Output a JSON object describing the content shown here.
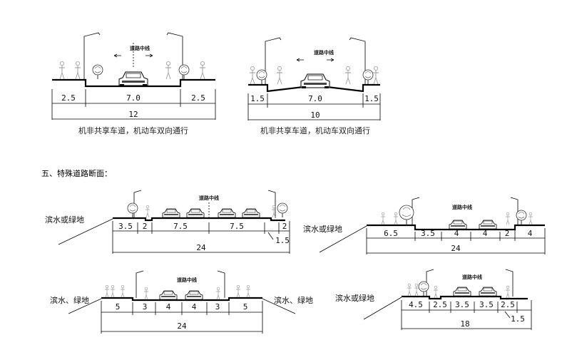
{
  "heading": "五、特殊道路断面：",
  "sections": [
    {
      "id": "s12",
      "center_label": "道路中线",
      "segments": [
        "2.5",
        "7.0",
        "2.5"
      ],
      "total": "12",
      "caption": "机非共享车道，机动车双向通行"
    },
    {
      "id": "s10",
      "center_label": "道路中线",
      "segments": [
        "1.5",
        "7.0",
        "1.5"
      ],
      "total": "10",
      "caption": "机非共享车道，机动车双向通行"
    },
    {
      "id": "s24a",
      "center_label": "道路中线",
      "side_label_left": "滨水或绿地",
      "segments": [
        "3.5",
        "2",
        "7.5",
        "7.5",
        "2"
      ],
      "extra": "1.5",
      "total": "24"
    },
    {
      "id": "s24b",
      "center_label": "道路中线",
      "side_label_left": "滨水或绿地",
      "segments": [
        "6.5",
        "3.5",
        "4",
        "4",
        "2",
        "4"
      ],
      "total": "24"
    },
    {
      "id": "s24c",
      "center_label": "道路中线",
      "side_label_left": "滨水、绿地",
      "side_label_right": "滨水、绿地",
      "segments": [
        "5",
        "3",
        "4",
        "4",
        "3",
        "5"
      ],
      "total": "24"
    },
    {
      "id": "s18",
      "center_label": "道路中线",
      "side_label_left": "滨水或绿地",
      "segments": [
        "4.5",
        "2.5",
        "3.5",
        "3.5",
        "2.5"
      ],
      "extra": "1.5",
      "total": "18"
    }
  ]
}
